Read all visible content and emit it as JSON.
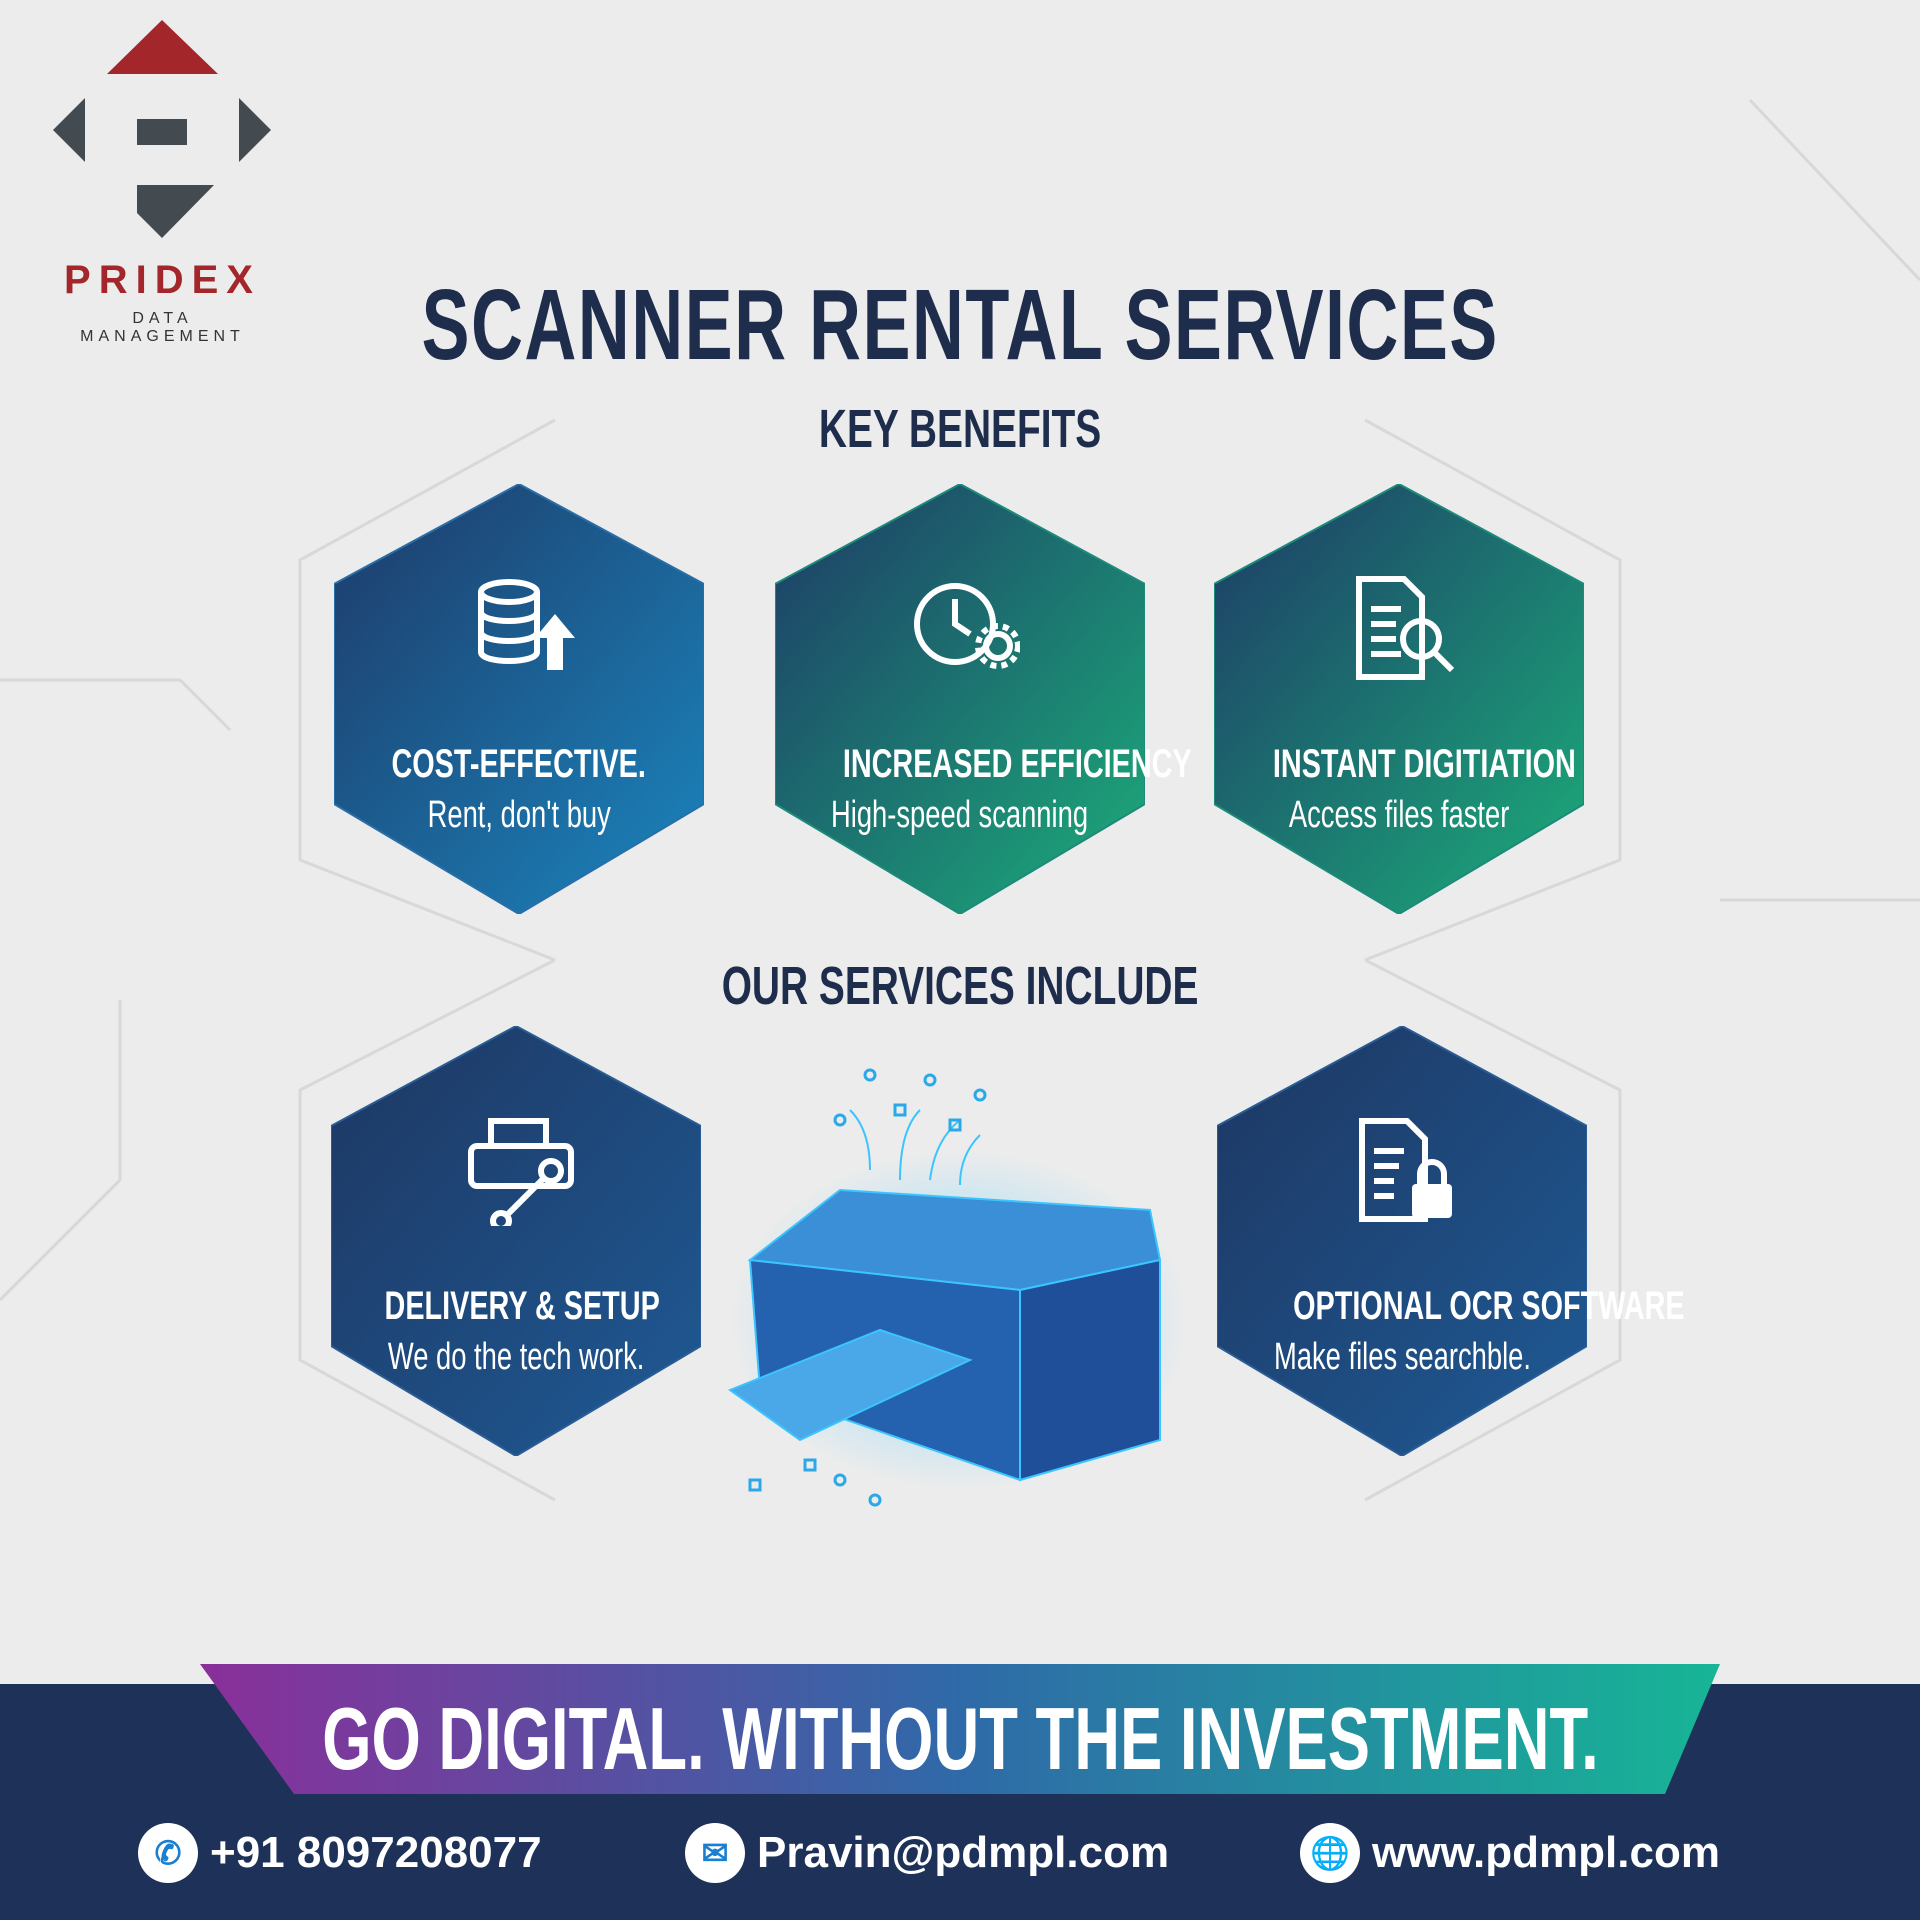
{
  "logo": {
    "name": "PRIDEX",
    "subtitle": "DATA MANAGEMENT",
    "colors": {
      "red": "#a3262a",
      "gray": "#434a50"
    }
  },
  "title": "SCANNER RENTAL SERVICES",
  "benefits": {
    "heading": "KEY BENEFITS",
    "items": [
      {
        "icon": "coins-arrow-up-icon",
        "title": "COST-EFFECTIVE.",
        "desc": "Rent, don't buy"
      },
      {
        "icon": "clock-gear-icon",
        "title": "INCREASED EFFICIENCY",
        "desc": "High-speed scanning"
      },
      {
        "icon": "document-search-icon",
        "title": "INSTANT DIGITIATION",
        "desc": "Access files faster"
      }
    ]
  },
  "services": {
    "heading": "OUR SERVICES INCLUDE",
    "items": [
      {
        "icon": "printer-wrench-icon",
        "title": "DELIVERY & SETUP",
        "desc": "We do the tech work."
      },
      {
        "icon": "document-lock-icon",
        "title": "OPTIONAL OCR SOFTWARE",
        "desc": "Make files searchble."
      }
    ]
  },
  "tagline": "GO DIGITAL. WITHOUT THE INVESTMENT.",
  "contact": {
    "phone": "+91 8097208077",
    "email": "Pravin@pdmpl.com",
    "website": "www.pdmpl.com"
  },
  "colors": {
    "navy": "#1e3158",
    "title": "#1f2d4d",
    "gradient_start": "#8a2f9a",
    "gradient_end": "#17b596"
  }
}
